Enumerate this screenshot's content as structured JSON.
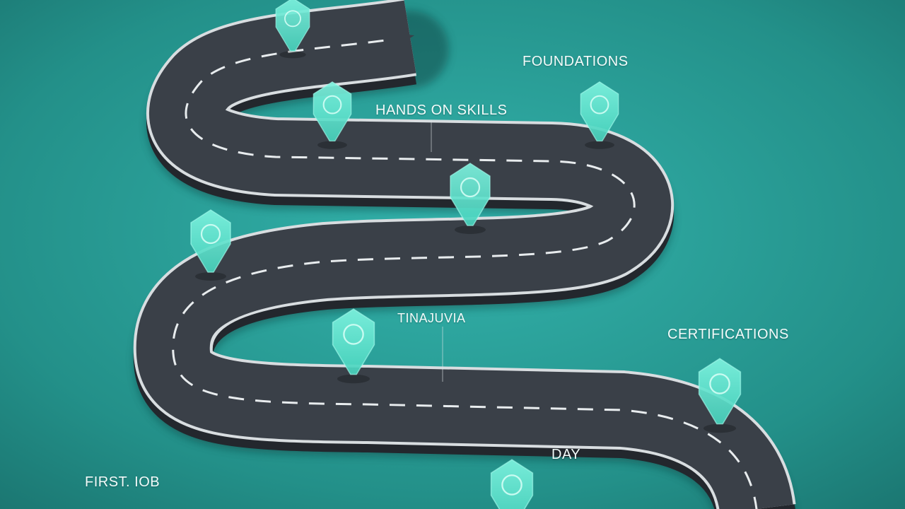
{
  "roadmap": {
    "milestones": [
      {
        "label": "FOUNDATIONS"
      },
      {
        "label": "HANDS ON SKILLS"
      },
      {
        "label": "TINAJUVIA"
      },
      {
        "label": "CERTIFICATIONS"
      },
      {
        "label": "DAY"
      },
      {
        "label": "FIRST. IOB"
      }
    ],
    "markers": [
      {
        "icon": "check-circle-icon"
      },
      {
        "icon": "check-circle-icon"
      },
      {
        "icon": "circle-icon"
      },
      {
        "icon": "check-circle-icon"
      },
      {
        "icon": "circle-icon"
      },
      {
        "icon": "circle-icon"
      },
      {
        "icon": "circle-icon"
      },
      {
        "icon": "circle-icon"
      }
    ]
  },
  "colors": {
    "background": "#2a9e98",
    "road": "#3a4048",
    "road_edge": "#d8dde0",
    "pin": "#5ee6cf"
  }
}
